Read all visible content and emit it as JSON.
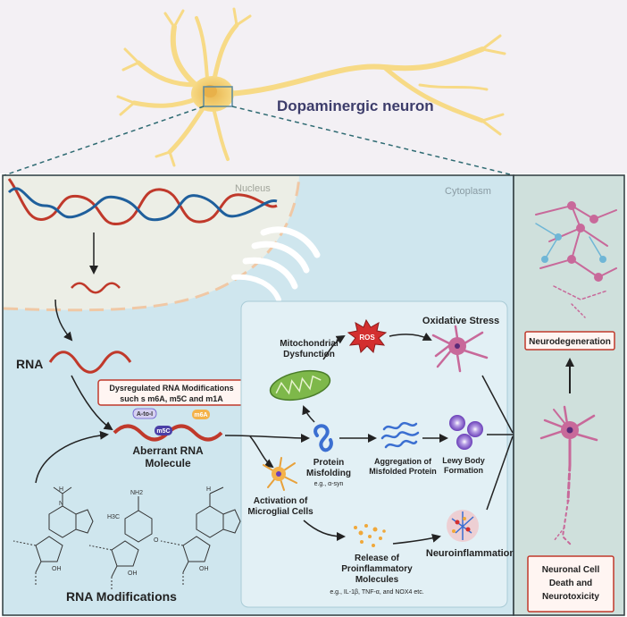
{
  "top": {
    "neuron_label": "Dopaminergic  neuron"
  },
  "regions": {
    "nucleus": "Nucleus",
    "cytoplasm": "Cytoplasm"
  },
  "left": {
    "rna": "RNA",
    "dysregulated_line1": "Dysregulated RNA Modifications",
    "dysregulated_line2": "such s m6A, m5C and m1A",
    "tag_a_to_i": "A-to-I",
    "tag_m6a": "m6A",
    "tag_m5c": "m5C",
    "aberrant_line1": "Aberrant RNA",
    "aberrant_line2": "Molecule",
    "modifications_title": "RNA Modifications",
    "chem_labels": {
      "h": "H",
      "n": "N",
      "nh2": "NH2",
      "h3c": "H3C",
      "o": "O",
      "oh": "OH"
    }
  },
  "middle": {
    "mito_line1": "Mitochondrial",
    "mito_line2": "Dysfunction",
    "ros": "ROS",
    "oxidative": "Oxidative Stress",
    "protein_line1": "Protein",
    "protein_line2": "Misfolding",
    "protein_line3": "e.g., α-syn",
    "aggregation_line1": "Aggregation of",
    "aggregation_line2": "Misfolded Protein",
    "lewy_line1": "Lewy Body",
    "lewy_line2": "Formation",
    "microglia_line1": "Activation of",
    "microglia_line2": "Microglial Cells",
    "release_line1": "Release of",
    "release_line2": "Proinflammatory",
    "release_line3": "Molecules",
    "release_line4": "e.g., IL-1β, TNF-α, and NOX4 etc.",
    "neuroinflammation": "Neuroinflammation"
  },
  "right": {
    "neurodegeneration": "Neurodegeneration",
    "death_line1": "Neuronal Cell",
    "death_line2": "Death and",
    "death_line3": "Neurotoxicity"
  },
  "colors": {
    "neuron_yellow": "#f7da86",
    "cyto_blue": "#cfe6ee",
    "inner_blue": "#e2f0f5",
    "right_panel": "#cfe0dc",
    "nucleus": "#eceee6",
    "rna_red": "#c0392b",
    "rna_blue": "#1f5f9c",
    "box_red": "#c0392b",
    "neuron_pink": "#c8699a",
    "label_purple": "#3d3d6b"
  }
}
